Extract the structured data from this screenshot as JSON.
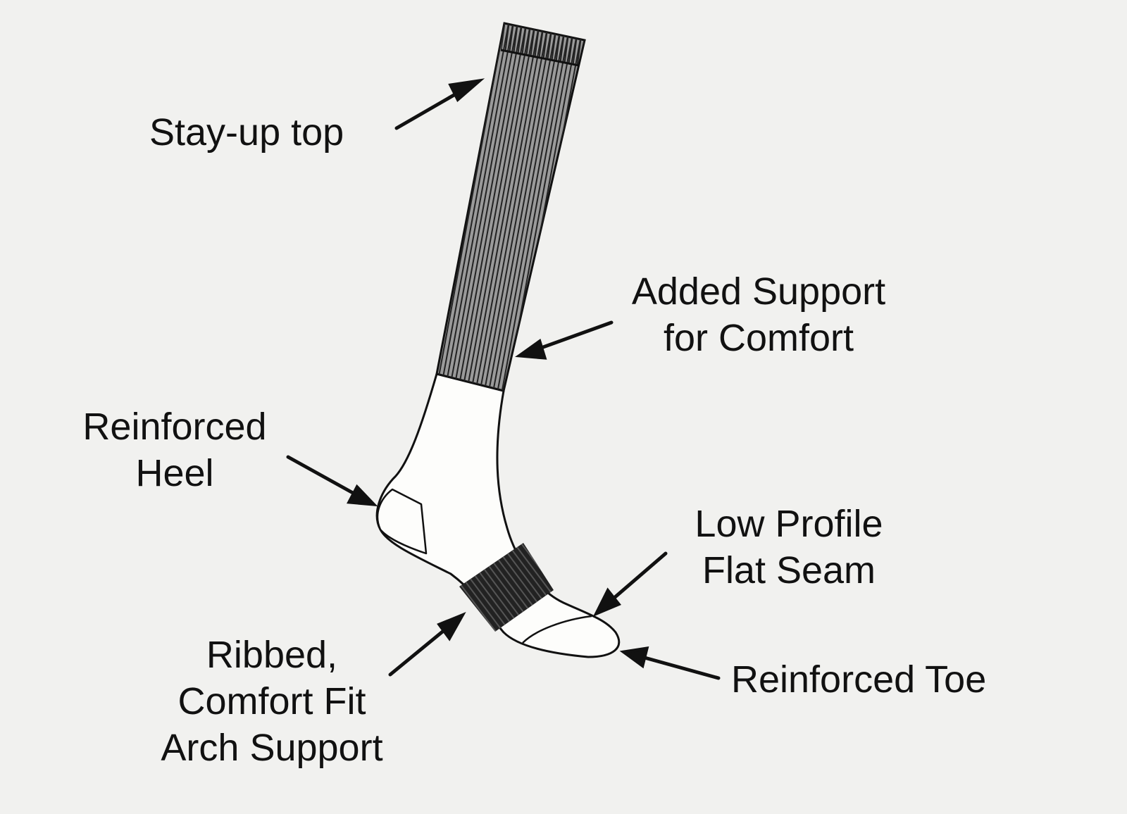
{
  "diagram": {
    "background_color": "#f1f1ef",
    "ink_color": "#111111",
    "callouts": {
      "stay_up_top": {
        "lines": [
          "Stay-up top"
        ]
      },
      "added_support": {
        "lines": [
          "Added Support",
          "for Comfort"
        ]
      },
      "reinforced_heel": {
        "lines": [
          "Reinforced",
          "Heel"
        ]
      },
      "low_profile_seam": {
        "lines": [
          "Low Profile",
          "Flat Seam"
        ]
      },
      "ribbed_arch": {
        "lines": [
          "Ribbed,",
          "Comfort Fit",
          "Arch Support"
        ]
      },
      "reinforced_toe": {
        "lines": [
          "Reinforced Toe"
        ]
      }
    }
  }
}
